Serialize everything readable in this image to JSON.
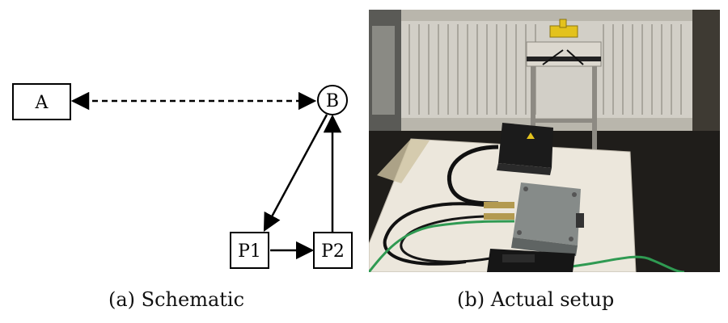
{
  "schematic": {
    "nodes": {
      "A": "A",
      "B": "B",
      "P1": "P1",
      "P2": "P2"
    },
    "edges": [
      {
        "from": "A",
        "to": "B",
        "style": "dashed",
        "direction": "both"
      },
      {
        "from": "B",
        "to": "P1",
        "style": "solid",
        "direction": "forward"
      },
      {
        "from": "P1",
        "to": "P2",
        "style": "solid",
        "direction": "forward"
      },
      {
        "from": "P2",
        "to": "B",
        "style": "solid",
        "direction": "forward"
      }
    ],
    "caption": "(a) Schematic"
  },
  "photo": {
    "caption": "(b) Actual setup",
    "colors": {
      "radiator": "#cfccc4",
      "table_top": "#efeae0",
      "grey_box": "#7f8584",
      "black_box": "#1b1b1b",
      "green_cable": "#2f9a52",
      "yellow_device": "#e3c21d"
    }
  }
}
